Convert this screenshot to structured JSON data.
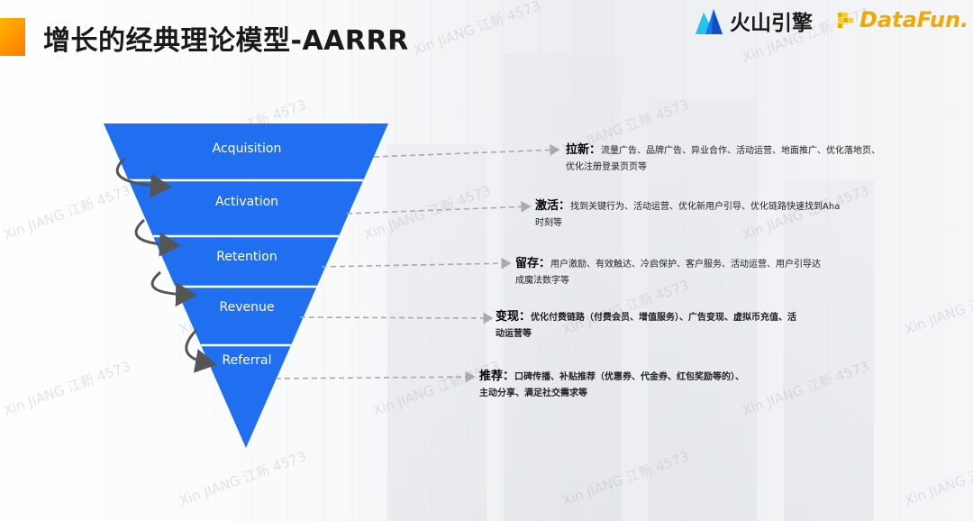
{
  "slide": {
    "title": "增长的经典理论模型-AARRR"
  },
  "brands": {
    "volcano": "火山引擎",
    "datafun": "DataFun."
  },
  "funnel": {
    "stages": [
      {
        "name": "Acquisition"
      },
      {
        "name": "Activation"
      },
      {
        "name": "Retention"
      },
      {
        "name": "Revenue"
      },
      {
        "name": "Referral"
      }
    ],
    "fill_color": "#1f6ff0",
    "arrow_color": "#555555",
    "dash_color": "#aaaaaa"
  },
  "descriptions": [
    {
      "key": "拉新：",
      "line1": "流量广告、品牌广告、异业合作、活动运营、地面推广、优化落地页、",
      "line2": "优化注册登录页页等"
    },
    {
      "key": "激活：",
      "line1": "找到关键行为、活动运营、优化新用户引导、优化链路快速找到Aha",
      "line2": "时刻等"
    },
    {
      "key": "留存：",
      "line1": "用户激励、有效触达、冷启保护、客户服务、活动运营、用户引导达",
      "line2": "成魔法数字等"
    },
    {
      "key": "变现：",
      "line1": "优化付费链路（付费会员、增值服务）、广告变现、虚拟币充值、活",
      "line2": "动运营等"
    },
    {
      "key": "推荐：",
      "line1": "口碑传播、补贴推荐（优惠券、代金券、红包奖励等的）、",
      "line2": "主动分享、满足社交需求等"
    }
  ],
  "watermark": "Xin JIANG 江新 4573"
}
